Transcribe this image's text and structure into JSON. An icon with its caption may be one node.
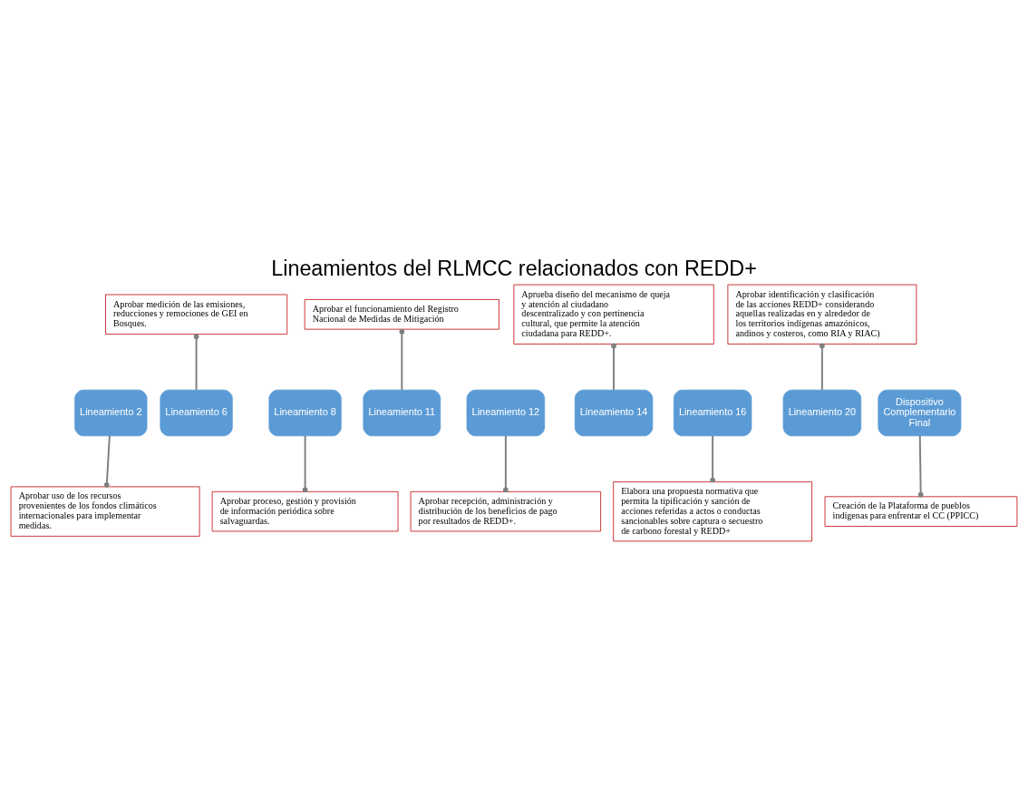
{
  "diagram": {
    "title": "Lineamientos del RLMCC relacionados con REDD+",
    "nodes": [
      {
        "text": [
          "Aprobar medición de las emisiones, reducciones y remociones de GEI en Bosques."
        ]
      },
      {
        "text": [
          "Aprobar el funcionamiento del Registro Nacional de Medidas de Mitigación"
        ]
      },
      {
        "text": [
          "Aprueba diseño del mecanismo de queja y atención al ciudadano descentralizado y con pertinencia cultural, que permite la atención ciudadana para REDD+."
        ]
      },
      {
        "text": [
          "Aprobar identificación y clasificación de las acciones REDD+ considerando aquellas realizadas en y alrededor de los territorios indígenas amazónicos, andinos y costeros, como RIA y RIAC)"
        ]
      },
      {
        "text": [
          "Lineamiento 2"
        ]
      },
      {
        "text": [
          "Lineamiento 6"
        ]
      },
      {
        "text": [
          "Lineamiento 8"
        ]
      },
      {
        "text": [
          "Lineamiento 11"
        ]
      },
      {
        "text": [
          "Lineamiento 12"
        ]
      },
      {
        "text": [
          "Lineamiento 14"
        ]
      },
      {
        "text": [
          "Lineamiento 16"
        ]
      },
      {
        "text": [
          "Lineamiento 20"
        ]
      },
      {
        "text": [
          "Dispositivo Complementario Final"
        ]
      },
      {
        "text": [
          "Aprobar proceso, gestión y provisión de información periódica sobre salvaguardas."
        ]
      },
      {
        "text": [
          "Elabora una propuesta normativa que permita la tipificación y sanción de acciones referidas a actos o conductas sancionables sobre captura o secuestro de carbono forestal y REDD+"
        ]
      },
      {
        "text": [
          "Aprobar uso de los recursos provenientes de los fondos climáticos internacionales para implementar medidas."
        ]
      },
      {
        "text": [
          "Aprobar recepción, administración y distribución de los beneficios de pago por resultados de REDD+."
        ]
      },
      {
        "text": [
          "Creación de la Plataforma de pueblos indígenas para enfrentar el CC (PPICC)"
        ]
      }
    ],
    "edges": [
      {
        "from": 5,
        "to": 0,
        "arrow": "other"
      },
      {
        "from": 7,
        "to": 1,
        "arrow": "other"
      },
      {
        "from": 9,
        "to": 2,
        "arrow": "other"
      },
      {
        "from": 11,
        "to": 3,
        "arrow": "other"
      },
      {
        "from": 4,
        "to": 15,
        "arrow": "other"
      },
      {
        "from": 6,
        "to": 13,
        "arrow": "other"
      },
      {
        "from": 8,
        "to": 16,
        "arrow": "other"
      },
      {
        "from": 10,
        "to": 14,
        "arrow": "other"
      },
      {
        "from": 12,
        "to": 17,
        "arrow": "other"
      }
    ]
  }
}
